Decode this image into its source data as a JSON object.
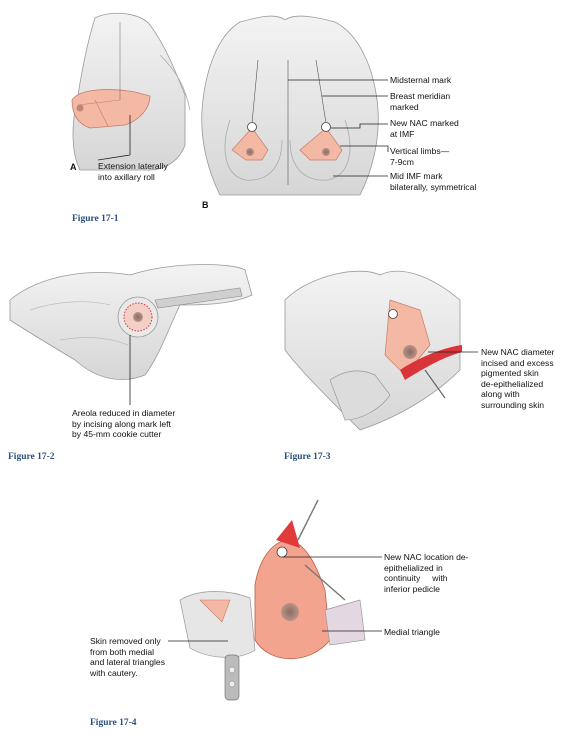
{
  "figure1": {
    "caption": "Figure 17-1",
    "panel_a": "A",
    "panel_b": "B",
    "label_a": [
      "Extension laterally",
      "into axillary roll"
    ],
    "label_midsternal": [
      "Midsternal mark"
    ],
    "label_meridian": [
      "Breast meridian",
      "marked"
    ],
    "label_nac": [
      "New NAC marked",
      "at IMF"
    ],
    "label_vertical": [
      "Vertical limbs—",
      "7-9cm"
    ],
    "label_imf": [
      "Mid IMF mark",
      "bilaterally, symmetrical"
    ]
  },
  "figure2": {
    "caption": "Figure 17-2",
    "label": [
      "Areola reduced in diameter",
      "by incising along mark left",
      "by 45-mm cookie cutter"
    ]
  },
  "figure3": {
    "caption": "Figure 17-3",
    "label": [
      "New NAC diameter",
      "incised and excess",
      "pigmented skin",
      "de-epithelialized",
      "along with",
      "surrounding skin"
    ]
  },
  "figure4": {
    "caption": "Figure 17-4",
    "label_nac": [
      "New NAC location de-",
      "epithelialized in",
      "continuity     with",
      "inferior pedicle"
    ],
    "label_medial": [
      "Medial triangle"
    ],
    "label_skin": [
      "Skin removed only",
      "from both medial",
      "and lateral triangles",
      "with cautery."
    ]
  },
  "colors": {
    "caption": "#2a4f7d",
    "pink": "#f4b9a4",
    "red": "#d8343a"
  }
}
